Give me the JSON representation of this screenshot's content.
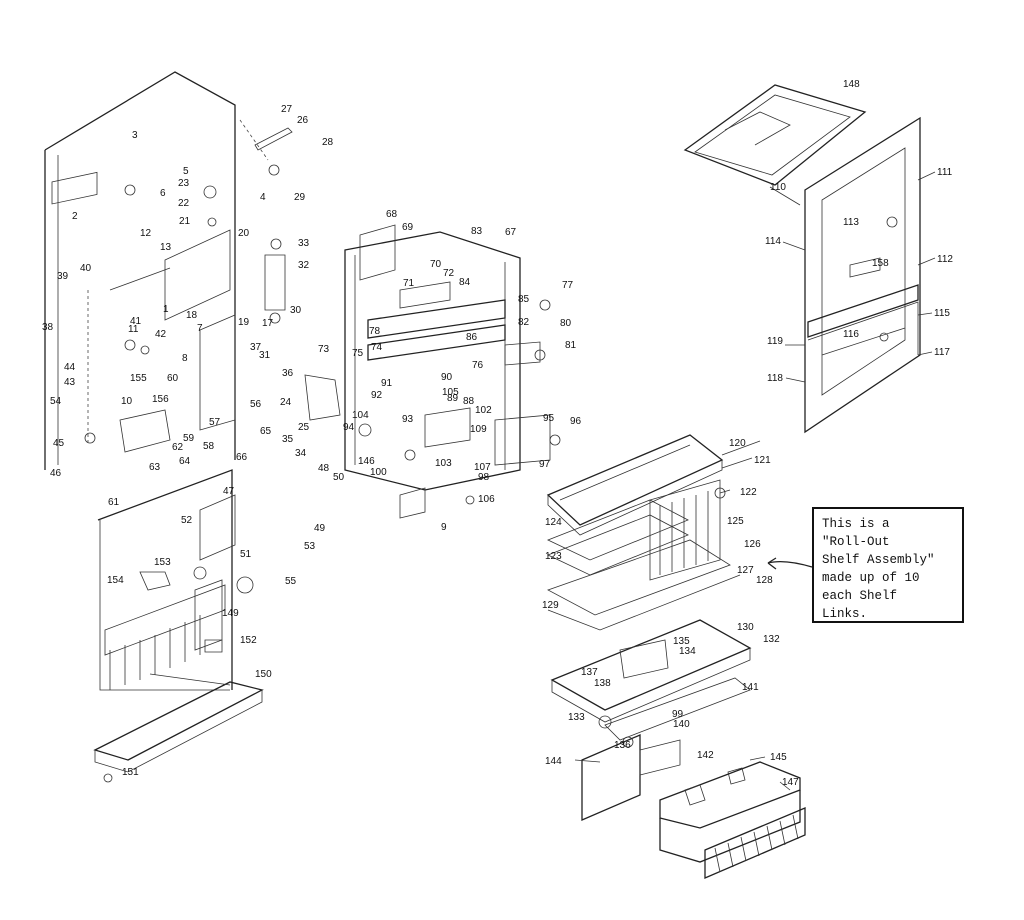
{
  "callout": {
    "lines": [
      "This is a",
      "\"Roll-Out",
      "Shelf Assembly\"",
      "made up of 10",
      "each Shelf",
      "Links."
    ]
  },
  "part_labels": [
    "1",
    "2",
    "3",
    "4",
    "5",
    "6",
    "7",
    "8",
    "9",
    "10",
    "11",
    "12",
    "13",
    "17",
    "18",
    "19",
    "20",
    "21",
    "22",
    "23",
    "24",
    "25",
    "26",
    "27",
    "28",
    "29",
    "30",
    "31",
    "32",
    "33",
    "34",
    "35",
    "36",
    "37",
    "38",
    "39",
    "40",
    "41",
    "42",
    "43",
    "44",
    "45",
    "46",
    "47",
    "48",
    "49",
    "50",
    "51",
    "52",
    "53",
    "54",
    "55",
    "56",
    "57",
    "58",
    "59",
    "60",
    "61",
    "62",
    "63",
    "64",
    "65",
    "66",
    "67",
    "68",
    "69",
    "70",
    "71",
    "72",
    "73",
    "74",
    "75",
    "76",
    "77",
    "78",
    "80",
    "81",
    "82",
    "83",
    "84",
    "85",
    "86",
    "88",
    "89",
    "90",
    "91",
    "92",
    "93",
    "94",
    "95",
    "96",
    "97",
    "98",
    "99",
    "100",
    "102",
    "103",
    "104",
    "105",
    "106",
    "107",
    "109",
    "110",
    "111",
    "112",
    "113",
    "114",
    "115",
    "116",
    "117",
    "118",
    "119",
    "120",
    "121",
    "122",
    "123",
    "124",
    "125",
    "126",
    "127",
    "128",
    "129",
    "130",
    "132",
    "133",
    "134",
    "135",
    "136",
    "137",
    "138",
    "140",
    "141",
    "142",
    "144",
    "145",
    "146",
    "147",
    "148",
    "149",
    "150",
    "151",
    "152",
    "153",
    "154",
    "155",
    "156",
    "158"
  ]
}
